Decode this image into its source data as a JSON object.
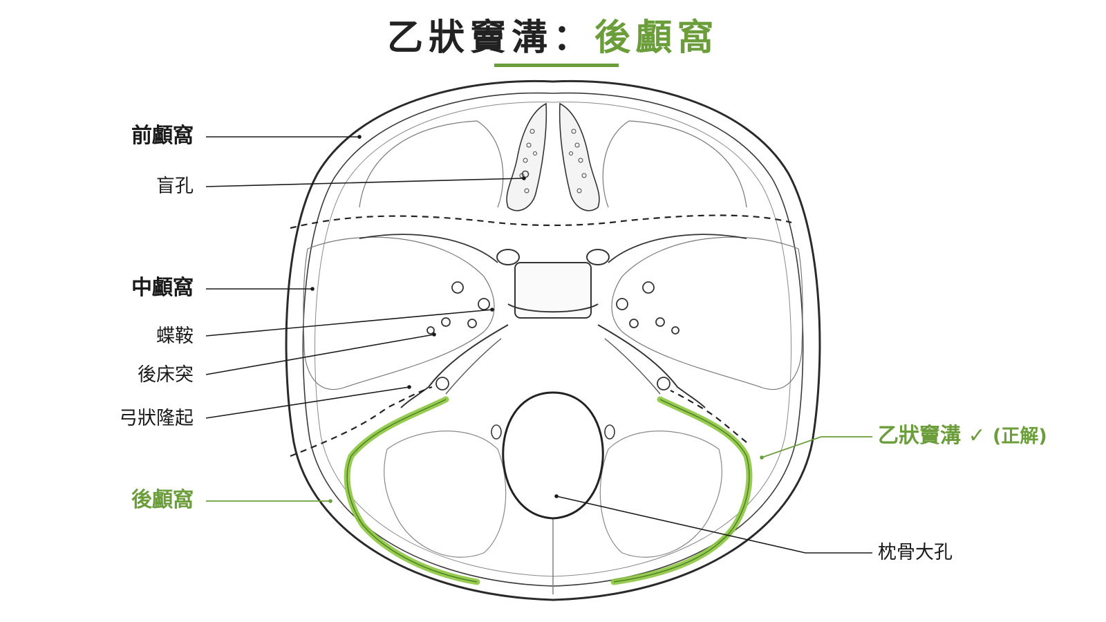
{
  "title": {
    "main": "乙狀竇溝：",
    "accent": "後顱窩"
  },
  "colors": {
    "accent": "#6b9e3a",
    "line": "#1a1a1a",
    "bone": "#3a3a3a"
  },
  "labels": {
    "anterior_fossa": "前顱窩",
    "foramen_cecum": "盲孔",
    "middle_fossa": "中顱窩",
    "sella": "蝶鞍",
    "posterior_clinoid": "後床突",
    "arcuate_eminence": "弓狀隆起",
    "posterior_fossa": "後顱窩",
    "sigmoid_sinus": "乙狀竇溝",
    "check_mark": "✓",
    "correct_note": "(正解)",
    "foramen_magnum": "枕骨大孔"
  }
}
